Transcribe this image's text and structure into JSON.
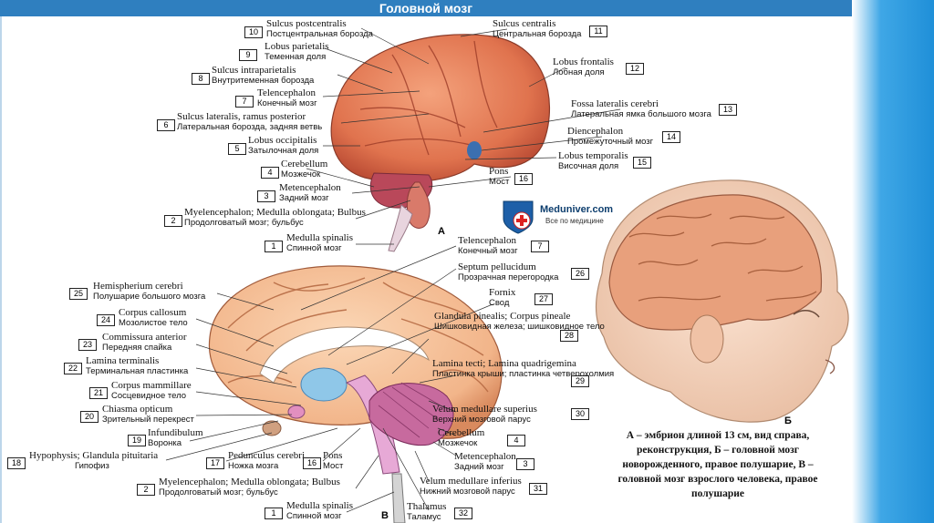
{
  "header": {
    "title": "Головной мозг"
  },
  "logo": {
    "name": "Meduniver.com",
    "tagline": "Все по медицине"
  },
  "figure_letters": {
    "a": "А",
    "b": "Б",
    "v": "В"
  },
  "caption": "А – эмбрион длиной 13 см, вид справа, реконструкция, Б – головной мозг новорожденного, правое полушарие, В – головной мозг взрослого человека, правое полушарие",
  "labels_a": [
    {
      "n": "10",
      "lat": "Sulcus postcentralis",
      "ru": "Постцентральная борозда"
    },
    {
      "n": "9",
      "lat": "Lobus parietalis",
      "ru": "Теменная доля"
    },
    {
      "n": "8",
      "lat": "Sulcus intraparietalis",
      "ru": "Внутритеменная борозда"
    },
    {
      "n": "7",
      "lat": "Telencephalon",
      "ru": "Конечный мозг"
    },
    {
      "n": "6",
      "lat": "Sulcus lateralis, ramus posterior",
      "ru": "Латеральная борозда, задняя ветвь"
    },
    {
      "n": "5",
      "lat": "Lobus occipitalis",
      "ru": "Затылочная доля"
    },
    {
      "n": "4",
      "lat": "Cerebellum",
      "ru": "Мозжечок"
    },
    {
      "n": "3",
      "lat": "Metencephalon",
      "ru": "Задний мозг"
    },
    {
      "n": "2",
      "lat": "Myelencephalon; Medulla oblongata; Bulbus",
      "ru": "Продолговатый мозг; бульбус"
    },
    {
      "n": "1",
      "lat": "Medulla spinalis",
      "ru": "Спинной мозг"
    },
    {
      "n": "11",
      "lat": "Sulcus centralis",
      "ru": "Центральная борозда"
    },
    {
      "n": "12",
      "lat": "Lobus frontalis",
      "ru": "Лобная доля"
    },
    {
      "n": "13",
      "lat": "Fossa lateralis cerebri",
      "ru": "Латеральная ямка большого мозга"
    },
    {
      "n": "14",
      "lat": "Diencephalon",
      "ru": "Промежуточный мозг"
    },
    {
      "n": "15",
      "lat": "Lobus temporalis",
      "ru": "Височная доля"
    },
    {
      "n": "16",
      "lat": "Pons",
      "ru": "Мост"
    }
  ],
  "labels_v": [
    {
      "n": "25",
      "lat": "Hemispherium cerebri",
      "ru": "Полушарие большого мозга"
    },
    {
      "n": "24",
      "lat": "Corpus callosum",
      "ru": "Мозолистое тело"
    },
    {
      "n": "23",
      "lat": "Commissura anterior",
      "ru": "Передняя спайка"
    },
    {
      "n": "22",
      "lat": "Lamina terminalis",
      "ru": "Терминальная пластинка"
    },
    {
      "n": "21",
      "lat": "Corpus mammillare",
      "ru": "Сосцевидное тело"
    },
    {
      "n": "20",
      "lat": "Chiasma opticum",
      "ru": "Зрительный перекрест"
    },
    {
      "n": "19",
      "lat": "Infundibulum",
      "ru": "Воронка"
    },
    {
      "n": "18",
      "lat": "Hypophysis; Glandula pituitaria",
      "ru": "Гипофиз"
    },
    {
      "n": "17",
      "lat": "Pedunculus cerebri",
      "ru": "Ножка мозга"
    },
    {
      "n": "16",
      "lat": "Pons",
      "ru": "Мост"
    },
    {
      "n": "2",
      "lat": "Myelencephalon; Medulla oblongata; Bulbus",
      "ru": "Продолговатый мозг; бульбус"
    },
    {
      "n": "1",
      "lat": "Medulla spinalis",
      "ru": "Спинной мозг"
    },
    {
      "n": "7",
      "lat": "Telencephalon",
      "ru": "Конечный мозг"
    },
    {
      "n": "26",
      "lat": "Septum pellucidum",
      "ru": "Прозрачная перегородка"
    },
    {
      "n": "27",
      "lat": "Fornix",
      "ru": "Свод"
    },
    {
      "n": "28",
      "lat": "Glandula pinealis; Corpus pineale",
      "ru": "Шишковидная железа; шишковидное тело"
    },
    {
      "n": "29",
      "lat": "Lamina tecti; Lamina quadrigemina",
      "ru": "Пластинка крыши; пластинка четверохолмия"
    },
    {
      "n": "30",
      "lat": "Velum medullare superius",
      "ru": "Верхний мозговой парус"
    },
    {
      "n": "4",
      "lat": "Cerebellum",
      "ru": "Мозжечок"
    },
    {
      "n": "3",
      "lat": "Metencephalon",
      "ru": "Задний мозг"
    },
    {
      "n": "31",
      "lat": "Velum medullare inferius",
      "ru": "Нижний мозговой парус"
    },
    {
      "n": "32",
      "lat": "Thalamus",
      "ru": "Таламус"
    }
  ]
}
